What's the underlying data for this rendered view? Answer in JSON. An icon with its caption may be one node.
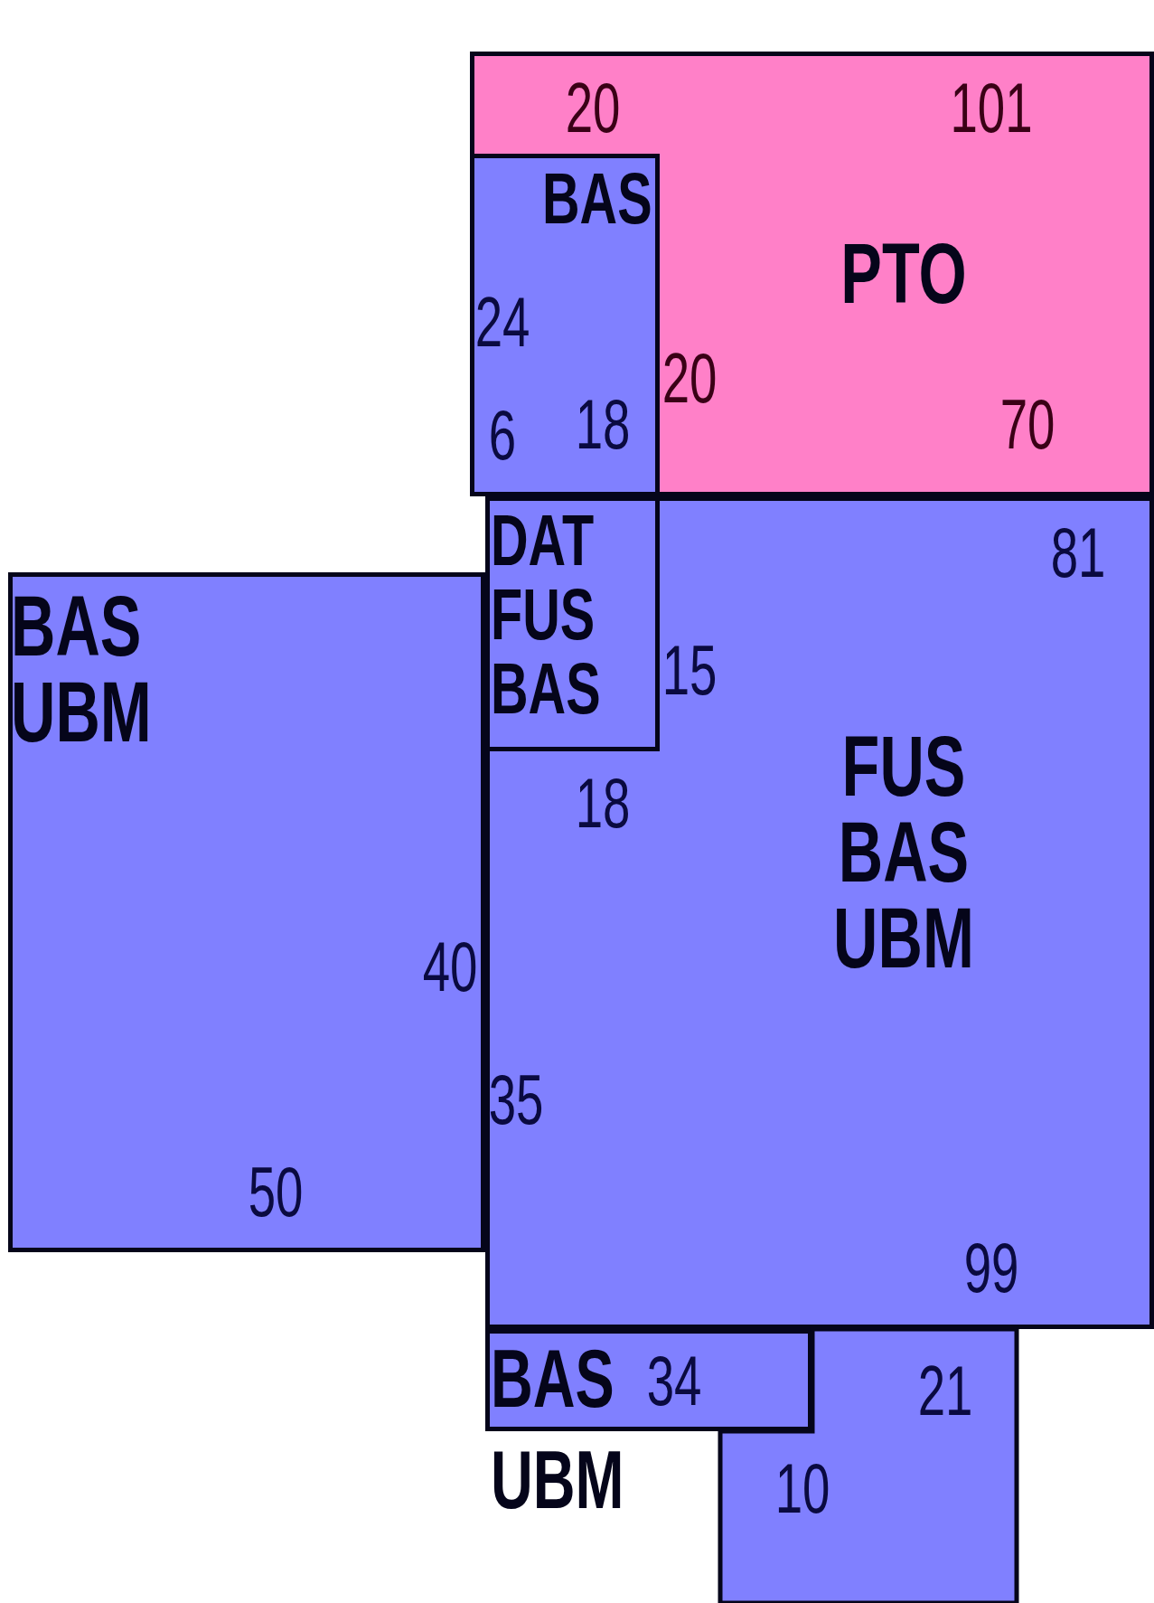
{
  "diagram": {
    "nodes": [
      {
        "text": [
          "PTO"
        ]
      },
      {
        "text": [
          "BAS"
        ],
        "in": 0
      },
      {
        "text": [
          "FUS",
          "BAS",
          "UBM"
        ]
      },
      {
        "text": [
          "DAT",
          "FUS",
          "BAS"
        ],
        "in": 2
      },
      {
        "text": [
          "BAS",
          "UBM"
        ]
      },
      {
        "text": [
          "BAS"
        ],
        "beside": [
          "UBM"
        ]
      },
      {
        "text": [],
        "shape": "box"
      }
    ],
    "labels": [
      "20",
      "101",
      "24",
      "20",
      "6",
      "18",
      "70",
      "81",
      "15",
      "18",
      "40",
      "35",
      "50",
      "99",
      "34",
      "21",
      "10"
    ]
  }
}
